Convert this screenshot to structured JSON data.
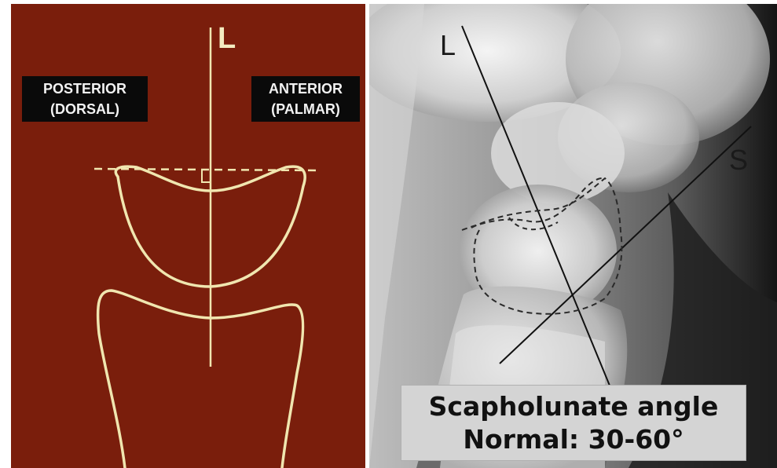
{
  "left_panel": {
    "axis_label": "L",
    "posterior_tag": {
      "line1": "POSTERIOR",
      "line2": "(DORSAL)"
    },
    "anterior_tag": {
      "line1": "ANTERIOR",
      "line2": "(PALMAR)"
    },
    "background_color": "#7a1e0c",
    "line_color": "#f0e6b0"
  },
  "right_panel": {
    "lunate_axis_label": "L",
    "scaphoid_axis_label": "S",
    "caption": {
      "line1": "Scapholunate angle",
      "line2": "Normal: 30-60°"
    }
  }
}
